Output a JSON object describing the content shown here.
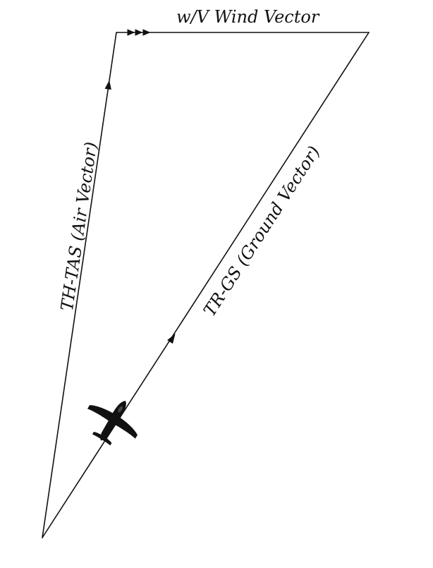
{
  "labels": {
    "wind_vector": "w/V Wind Vector",
    "air_vector": "TH-TAS (Air Vector)",
    "ground_vector": "TR-GS (Ground Vector)"
  },
  "colors": {
    "ink": "#111111",
    "background": "#ffffff"
  },
  "icons": {
    "aircraft": "airplane-icon"
  }
}
